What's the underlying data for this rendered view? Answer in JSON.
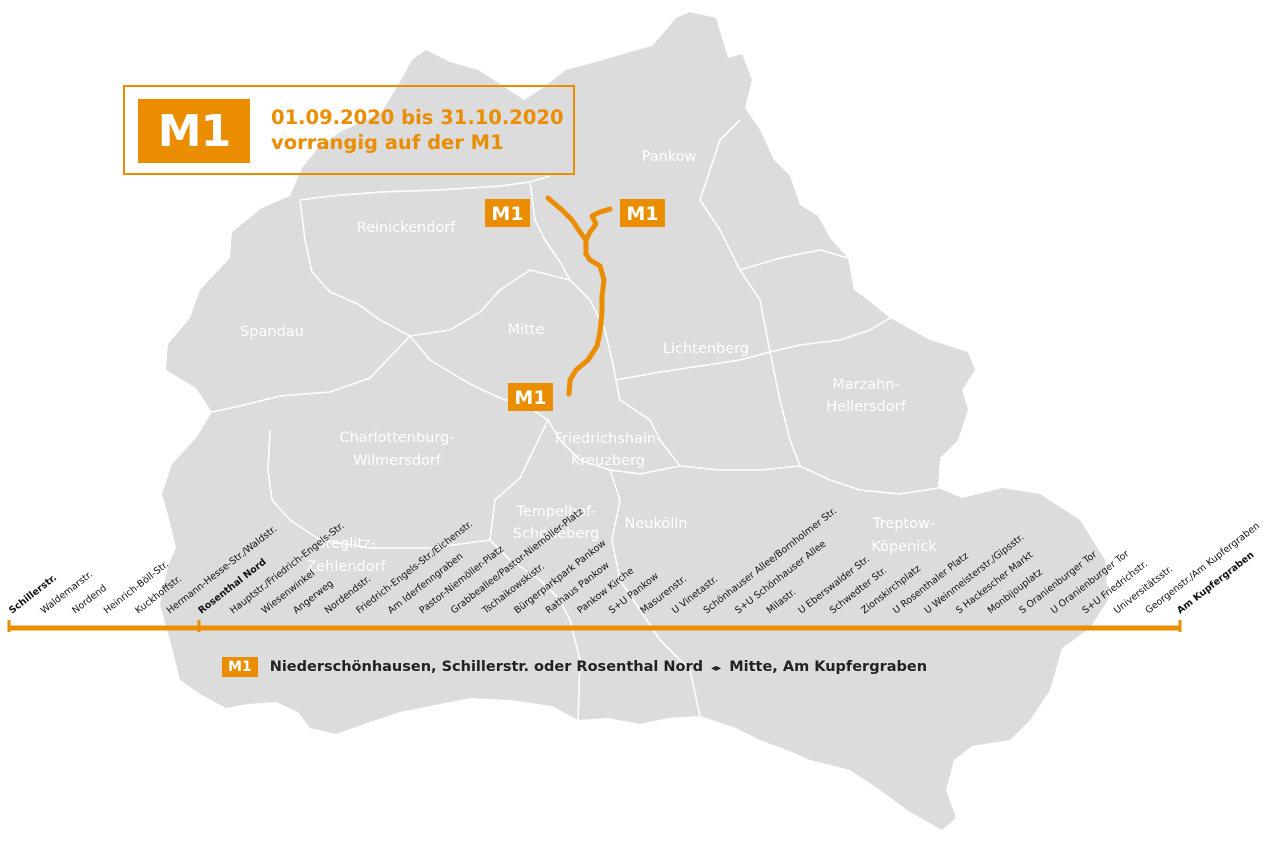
{
  "colors": {
    "line": "#ea8d00",
    "land": "#dcdcdc",
    "border": "#ffffff"
  },
  "header": {
    "line_badge": "M1",
    "date_range": "01.09.2020 bis 31.10.2020",
    "note": "vorrangig auf der M1"
  },
  "districts": {
    "pankow": "Pankow",
    "reinickendorf": "Reinickendorf",
    "spandau": "Spandau",
    "mitte": "Mitte",
    "lichtenberg": "Lichtenberg",
    "marzahn_1": "Marzahn-",
    "marzahn_2": "Hellersdorf",
    "charlottenburg_1": "Charlottenburg-",
    "charlottenburg_2": "Wilmersdorf",
    "friedrichshain_1": "Friedrichshain-",
    "friedrichshain_2": "Kreuzberg",
    "tempelhof_1": "Tempelhof-",
    "tempelhof_2": "Schöneberg",
    "neukoelln": "Neukölln",
    "steglitz_1": "Steglitz-",
    "steglitz_2": "Zehlendorf",
    "treptow_1": "Treptow-",
    "treptow_2": "Köpenick"
  },
  "route_badges": [
    "M1",
    "M1",
    "M1"
  ],
  "stops": [
    {
      "name": "Schillerstr.",
      "bold": true
    },
    {
      "name": "Waldemarstr.",
      "bold": false
    },
    {
      "name": "Nordend",
      "bold": false
    },
    {
      "name": "Heinrich-Böll-Str.",
      "bold": false
    },
    {
      "name": "Kuckhoffstr.",
      "bold": false
    },
    {
      "name": "Hermann-Hesse-Str./Waldstr.",
      "bold": false
    },
    {
      "name": "Rosenthal Nord",
      "bold": true
    },
    {
      "name": "Hauptstr./Friedrich-Engels-Str.",
      "bold": false
    },
    {
      "name": "Wiesenwinkel",
      "bold": false
    },
    {
      "name": "Angerweg",
      "bold": false
    },
    {
      "name": "Nordendstr.",
      "bold": false
    },
    {
      "name": "Friedrich-Engels-Str./Eichenstr.",
      "bold": false
    },
    {
      "name": "Am Iderfenngraben",
      "bold": false
    },
    {
      "name": "Pastor-Niemöller-Platz",
      "bold": false
    },
    {
      "name": "Grabbeallee/Pastor-Niemöller-Platz",
      "bold": false
    },
    {
      "name": "Tschaikowskistr.",
      "bold": false
    },
    {
      "name": "Bürgerparkpark Pankow",
      "bold": false
    },
    {
      "name": "Rathaus Pankow",
      "bold": false
    },
    {
      "name": "Pankow Kirche",
      "bold": false
    },
    {
      "name": "S+U Pankow",
      "bold": false
    },
    {
      "name": "Masurenstr.",
      "bold": false
    },
    {
      "name": "U Vinetastr.",
      "bold": false
    },
    {
      "name": "Schönhauser Allee/Bornholmer Str.",
      "bold": false
    },
    {
      "name": "S+U Schönhauser Allee",
      "bold": false
    },
    {
      "name": "Milastr.",
      "bold": false
    },
    {
      "name": "U Eberswalder Str.",
      "bold": false
    },
    {
      "name": "Schwedter Str.",
      "bold": false
    },
    {
      "name": "Zionskirchplatz",
      "bold": false
    },
    {
      "name": "U Rosenthaler Platz",
      "bold": false
    },
    {
      "name": "U Weinmeisterstr./Gipsstr.",
      "bold": false
    },
    {
      "name": "S Hackescher Markt",
      "bold": false
    },
    {
      "name": "Monbijouplatz",
      "bold": false
    },
    {
      "name": "S Oranienburger Tor",
      "bold": false
    },
    {
      "name": "U Oranienburger Tor",
      "bold": false
    },
    {
      "name": "S+U Friedrichstr.",
      "bold": false
    },
    {
      "name": "Universitätsstr.",
      "bold": false
    },
    {
      "name": "Georgenstr./Am Kupfergraben",
      "bold": false
    },
    {
      "name": "Am Kupfergraben",
      "bold": true
    }
  ],
  "legend": {
    "badge": "M1",
    "from": "Niederschönhausen, Schillerstr. oder Rosenthal Nord",
    "arrow": "◂▸",
    "to": "Mitte, Am Kupfergraben"
  }
}
